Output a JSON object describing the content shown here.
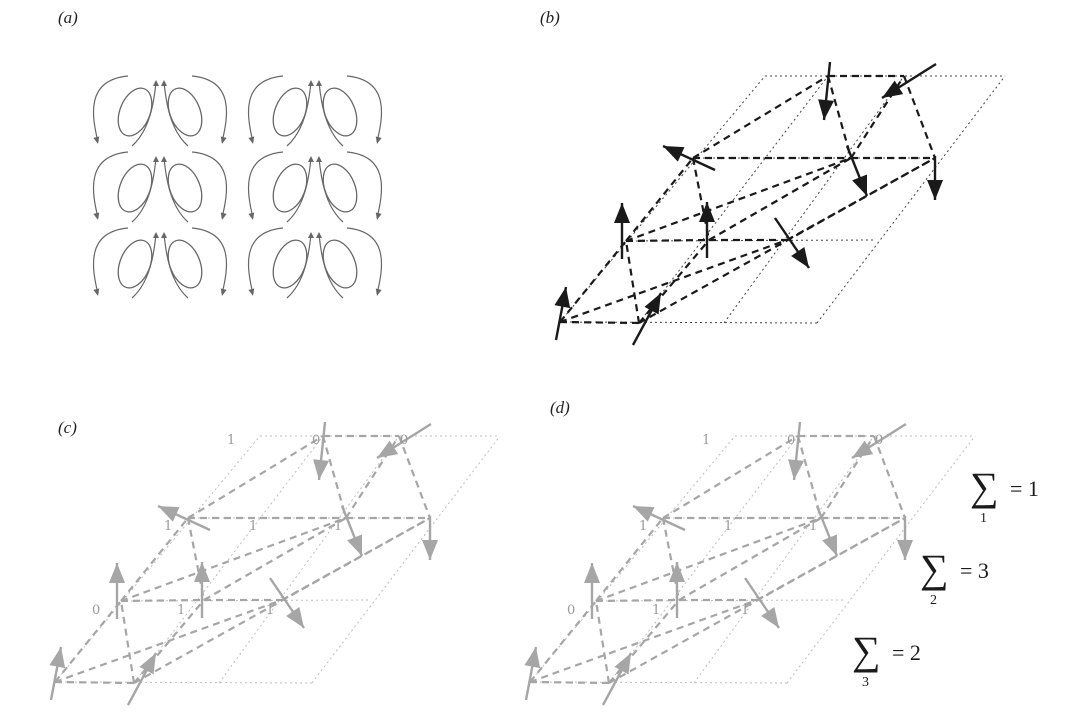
{
  "panels": {
    "a": {
      "label": "(a)"
    },
    "b": {
      "label": "(b)"
    },
    "c": {
      "label": "(c)"
    },
    "d": {
      "label": "(d)"
    }
  },
  "spin_labels": [
    "1",
    "0",
    "0",
    "1",
    "1",
    "1",
    "0",
    "1",
    "1"
  ],
  "sums": [
    {
      "index": "1",
      "value": "= 1"
    },
    {
      "index": "2",
      "value": "= 3"
    },
    {
      "index": "3",
      "value": "= 2"
    }
  ],
  "colors": {
    "black": "#1a1a1a",
    "gray": "#a6a6a6",
    "orbit": "#666666"
  }
}
